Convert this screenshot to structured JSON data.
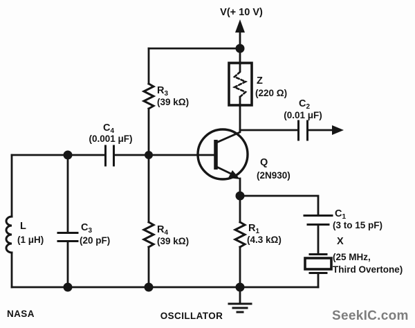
{
  "diagram": {
    "supply_label": "V(+ 10 V)",
    "title": "OSCILLATOR",
    "credit": "NASA",
    "watermark": "SeekIC.com"
  },
  "colors": {
    "ink": "#161616",
    "watermark_gray": "#7d7d7d",
    "background": "#fdfdfd"
  },
  "components": {
    "r3": {
      "ref": "R",
      "sub": "3",
      "value": "(39 kΩ)"
    },
    "r4": {
      "ref": "R",
      "sub": "4",
      "value": "(39 kΩ)"
    },
    "r1": {
      "ref": "R",
      "sub": "1",
      "value": "(4.3 kΩ)"
    },
    "c1": {
      "ref": "C",
      "sub": "1",
      "value": "(3 to 15 pF)"
    },
    "c2": {
      "ref": "C",
      "sub": "2",
      "value": "(0.01 μF)"
    },
    "c3": {
      "ref": "C",
      "sub": "3",
      "value": "(20 pF)"
    },
    "c4": {
      "ref": "C",
      "sub": "4",
      "value": "(0.001 μF)"
    },
    "l": {
      "ref": "L",
      "sub": "",
      "value": "(1 μH)"
    },
    "z": {
      "ref": "Z",
      "sub": "",
      "value": "(220 Ω)"
    },
    "q": {
      "ref": "Q",
      "sub": "",
      "value": "(2N930)"
    },
    "xtal": {
      "ref": "X",
      "sub": "",
      "value": "(25 MHz,",
      "value2": "Third Overtone)"
    }
  }
}
